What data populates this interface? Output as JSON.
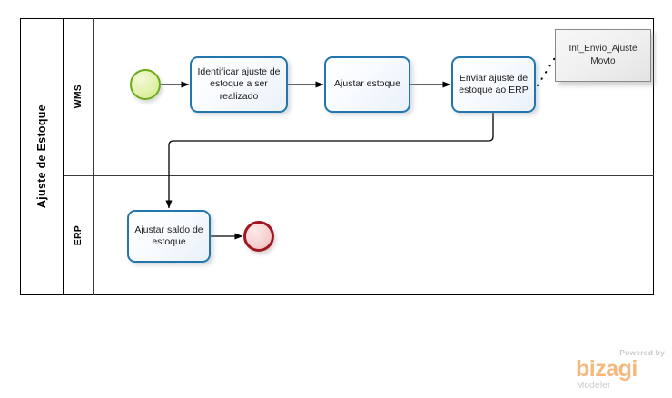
{
  "diagram": {
    "type": "bpmn-process-diagram",
    "pool": {
      "name": "Ajuste de Estoque"
    },
    "lanes": [
      {
        "id": "wms",
        "name": "WMS"
      },
      {
        "id": "erp",
        "name": "ERP"
      }
    ],
    "events": [
      {
        "id": "start",
        "kind": "start-event",
        "lane": "wms",
        "label": "",
        "color": "#6aaa18"
      },
      {
        "id": "end",
        "kind": "end-event",
        "lane": "erp",
        "label": "",
        "color": "#a01722"
      }
    ],
    "tasks": [
      {
        "id": "identificar",
        "lane": "wms",
        "label": "Identificar ajuste de estoque a ser realizado"
      },
      {
        "id": "ajustar_estoque",
        "lane": "wms",
        "label": "Ajustar estoque"
      },
      {
        "id": "enviar_ajuste",
        "lane": "wms",
        "label": "Enviar ajuste de estoque ao ERP"
      },
      {
        "id": "ajustar_saldo",
        "lane": "erp",
        "label": "Ajustar saldo de estoque"
      }
    ],
    "annotations": [
      {
        "id": "int_envio",
        "label": "Int_Envio_Ajuste Movto",
        "attached_to": "enviar_ajuste"
      }
    ],
    "flows": [
      {
        "from": "start",
        "to": "identificar",
        "kind": "sequence-flow"
      },
      {
        "from": "identificar",
        "to": "ajustar_estoque",
        "kind": "sequence-flow"
      },
      {
        "from": "ajustar_estoque",
        "to": "enviar_ajuste",
        "kind": "sequence-flow"
      },
      {
        "from": "enviar_ajuste",
        "to": "ajustar_saldo",
        "kind": "sequence-flow"
      },
      {
        "from": "ajustar_saldo",
        "to": "end",
        "kind": "sequence-flow"
      },
      {
        "from": "enviar_ajuste",
        "to": "int_envio",
        "kind": "association"
      }
    ],
    "theme": {
      "task_border": "#2276ad",
      "task_fill": "#f3f7fd",
      "pool_border": "#000000",
      "flow_line": "#000000",
      "annotation_border": "#8a8a8a"
    }
  },
  "branding": {
    "powered_by": "Powered by",
    "product": "bizagi",
    "edition": "Modeler"
  }
}
